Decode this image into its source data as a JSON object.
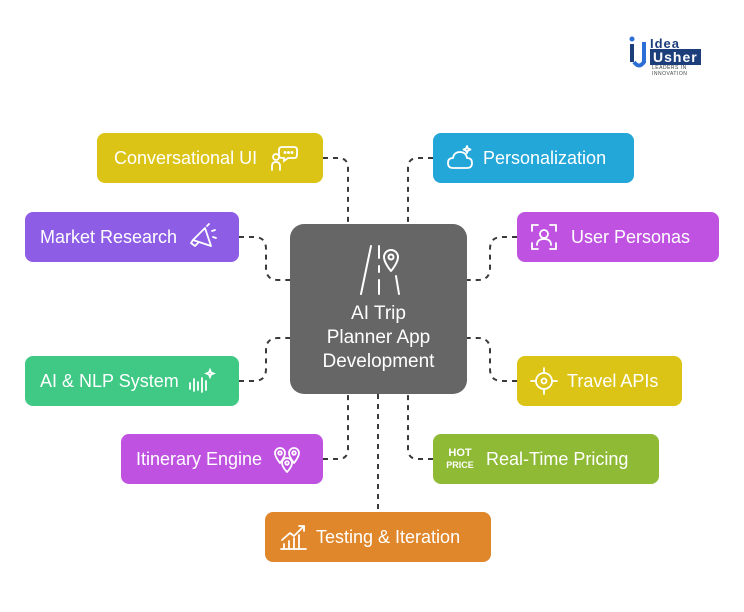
{
  "logo": {
    "line1": "Idea",
    "line2": "Usher",
    "tagline": "LEADERS IN INNOVATION"
  },
  "center": {
    "lines": [
      "AI Trip",
      "Planner App",
      "Development"
    ]
  },
  "colors": {
    "center": "#666666",
    "yellow": "#dcc416",
    "blue": "#23a6d8",
    "purple": "#8d5de6",
    "magenta": "#bf52e0",
    "green": "#3fc985",
    "lime": "#8fba35",
    "orange": "#e0872c",
    "connector": "#3a3a3a"
  },
  "nodes": {
    "conversational_ui": {
      "label": "Conversational UI",
      "icon": "chat-person-icon"
    },
    "personalization": {
      "label": "Personalization",
      "icon": "cloud-sparkle-icon"
    },
    "market_research": {
      "label": "Market Research",
      "icon": "megaphone-icon"
    },
    "user_personas": {
      "label": "User Personas",
      "icon": "user-frame-icon"
    },
    "ai_nlp": {
      "label": "AI & NLP System",
      "icon": "soundwave-sparkle-icon"
    },
    "travel_apis": {
      "label": "Travel APIs",
      "icon": "crosshair-icon"
    },
    "itinerary_engine": {
      "label": "Itinerary Engine",
      "icon": "map-pins-icon"
    },
    "real_time_pricing": {
      "label": "Real-Time Pricing",
      "icon": "hot-price-icon",
      "badge_line1": "HOT",
      "badge_line2": "PRICE"
    },
    "testing_iteration": {
      "label": "Testing & Iteration",
      "icon": "growth-chart-icon"
    }
  }
}
